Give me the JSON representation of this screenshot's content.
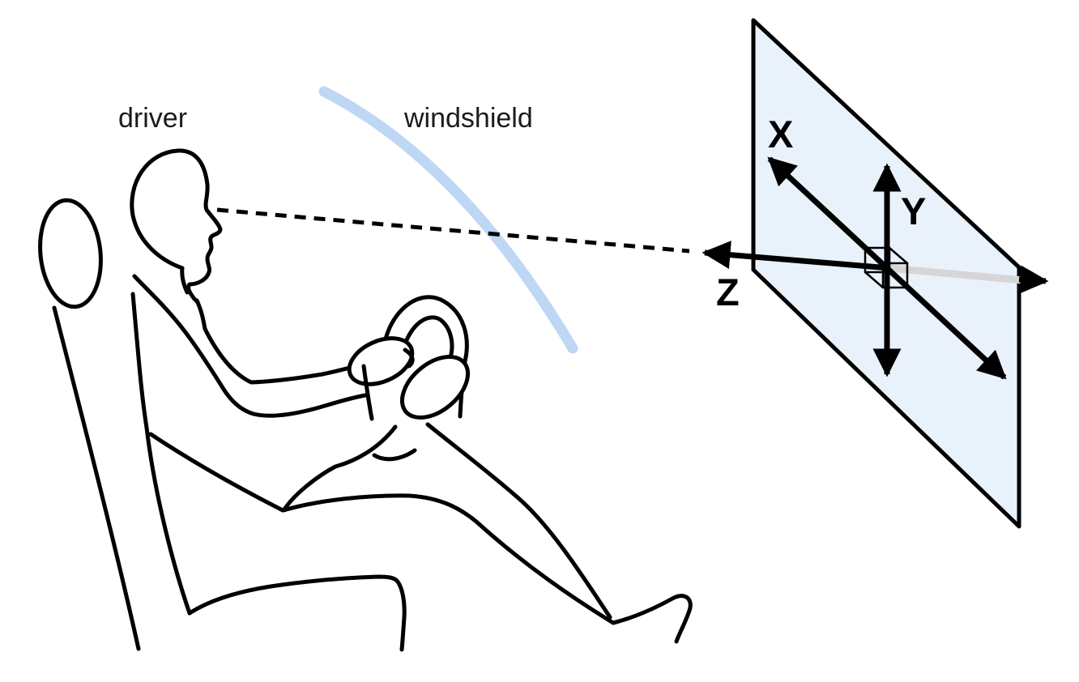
{
  "figure": {
    "labels": {
      "driver": "driver",
      "windshield": "windshield"
    },
    "axis_labels": {
      "x": "X",
      "y": "Y",
      "z": "Z"
    },
    "colors": {
      "windshield_blue": "#bdd7f4",
      "plane_fill": "#e9f2fb",
      "plane_stroke": "#000000",
      "figure_line": "#000000",
      "z_far_segment_gray": "#d6d6d6"
    }
  }
}
